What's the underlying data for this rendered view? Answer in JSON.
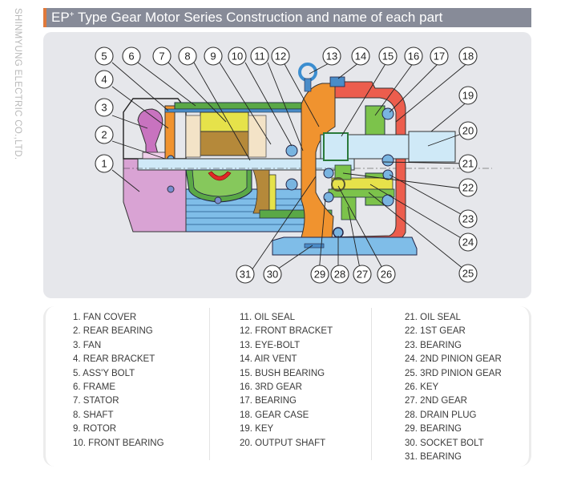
{
  "sidebar_text": "SHINMYUNG ELECTRIC CO.,LTD.",
  "header": {
    "title_prefix": "EP",
    "title_superscript": "+",
    "title_rest": " Type Gear Motor Series Construction and name of each part",
    "accent_color": "#e0793a",
    "bar_color": "#878b98"
  },
  "diagram": {
    "callouts": [
      "1",
      "2",
      "3",
      "4",
      "5",
      "6",
      "7",
      "8",
      "9",
      "10",
      "11",
      "12",
      "13",
      "14",
      "15",
      "16",
      "17",
      "18",
      "19",
      "20",
      "21",
      "22",
      "23",
      "24",
      "25",
      "26",
      "27",
      "28",
      "29",
      "30",
      "31"
    ],
    "colors": {
      "fan_cover": "#d9a3d4",
      "fan": "#c873bf",
      "frame": "#5aa846",
      "stator": "#e6e24a",
      "rotor": "#b5893a",
      "front_bracket": "#f0932f",
      "gear_case": "#ec5d4d",
      "gear": "#7cc34b",
      "bearing": "#79b4e0",
      "shaft": "#cfe9f7",
      "base": "#7fbde8"
    }
  },
  "parts": {
    "column1": [
      "1. FAN COVER",
      "2. REAR BEARING",
      "3. FAN",
      "4. REAR BRACKET",
      "5. ASS'Y BOLT",
      "6. FRAME",
      "7. STATOR",
      "8. SHAFT",
      "9. ROTOR",
      "10. FRONT BEARING"
    ],
    "column2": [
      "11. OIL SEAL",
      "12. FRONT BRACKET",
      "13. EYE-BOLT",
      "14. AIR VENT",
      "15. BUSH BEARING",
      "16. 3RD GEAR",
      "17. BEARING",
      "18. GEAR CASE",
      "19. KEY",
      "20. OUTPUT SHAFT"
    ],
    "column3": [
      "21. OIL SEAL",
      "22. 1ST GEAR",
      "23. BEARING",
      "24. 2ND PINION GEAR",
      "25. 3RD PINION GEAR",
      "26. KEY",
      "27. 2ND GEAR",
      "28. DRAIN PLUG",
      "29. BEARING",
      "30. SOCKET BOLT",
      "31. BEARING"
    ]
  }
}
